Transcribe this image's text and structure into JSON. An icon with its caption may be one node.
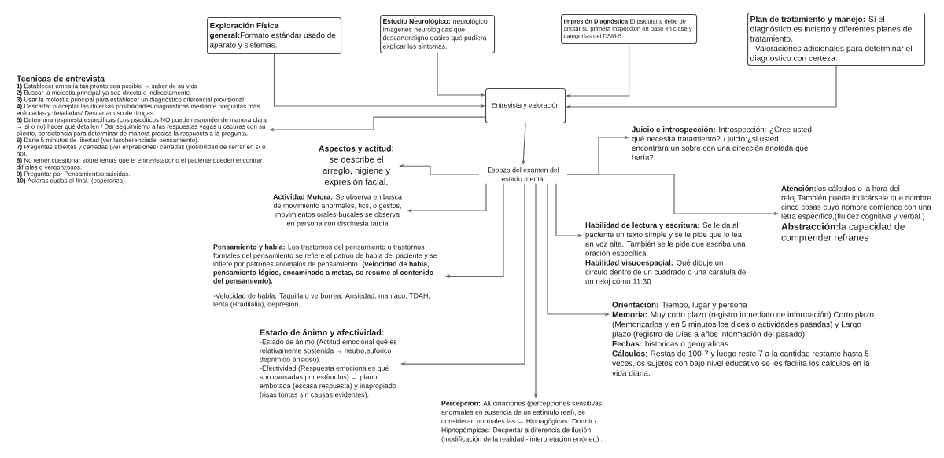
{
  "diagram": {
    "nodes": [
      {
        "text": [
          "**Exploración Física general:**Formato estándar usado de aparato y sistemas."
        ]
      },
      {
        "text": [
          "**Estudio Neurológico:** neurológico Imágenes neurológicas qué descartensigno ocales qué pudiera explicar los síntomas."
        ]
      },
      {
        "text": [
          "**Impresión Diagnóstica:**El psiquiatra debe de anotar su primera inspección en base en clase y categorías del DSM-5."
        ]
      },
      {
        "text": [
          "**Plan de tratamiento y manejo:** Sí el diagnóstico es incierto y diferentes planes de tratamiento.",
          "- Valoraciones adicionales para determinar el diagnostico con certeza."
        ]
      },
      {
        "text": [
          "Entrevista y valoración"
        ]
      },
      {
        "text": [
          "Tecnicas de entrevista",
          "**1)** Establecer empatía tan pronto sea posible → saber de su vida",
          "**2)** Buscar la molestia principal ya sea directa o indirectamente.",
          "**3)** Usar la molestia principal para establecer un diagnóstico diferencial provisional.",
          "**4)** Descartar o aceptar las diversas posibilidades diagnósticas mediante preguntas más enfocadas y detalladas/ Descartar uso de drogas.",
          "**5)** Determina respuesta específicas (Los psicóticos NO puede responder de manera clara → sí o no) hacer qué detallen / Dar seguimiento a las respuestas vagas u oscuras con su cliente, persistencia para determinar de manera precisa la respuesta a la pregunta.",
          "**6)** Darle 5 minutos de libertad (ver lacoherenciadel pensamiento).",
          "**7)** Preguntas abiertas y cerradas (ver expresiones) cerradas (posibilidad de cerrar en sí o no).",
          "**8)** No temer cuestionar sobre temas que el entrevistador o el paciente pueden encontrar difíciles o vergonzosos.",
          "**9)** Preguntar por Pensamientos suicidas.",
          "**10)** Aclaras dudas al final. (esperanza)."
        ]
      },
      {
        "text": [
          "Esbozo del examen del estado mental"
        ]
      },
      {
        "text": [
          "Aspectos y actitud:",
          "se describe el arreglo, higiene y expresión facial."
        ]
      },
      {
        "text": [
          "**Actividad Motora:** Se observa en busca de movimiento anormales, tics, o gestos,",
          "movimientos orales-bucales se observa en persona con discinesia tardia"
        ]
      },
      {
        "text": [
          "**Pensamiento y habla:** Los trastornos del pensamiento o trastornos formales del pensamiento se refiere al patrón de habla del paciente y se infiere por patrones anómalos de pensamiento. **(velocidad de habla, pensamiento lógico, encaminado a metas, se resume el contenido del pensamiento).**",
          "-Velocidad de habla: Taquilla o verborrea: Ansiedad, maníaco, TDAH, lenta (Bradilalia), depresión."
        ]
      },
      {
        "text": [
          "Estado de ánimo y afectividad:",
          "-Estado de ánimo (Actitud emocional qué es relativamente sostenida → neutro,eufórico deprimido ansioso).",
          "-Efectividad (Respuesta emocionales qué son causadas por estímulos) → plano embotada (escasa respuesta) y inapropiado (risas tontas sin causas evidentes)."
        ]
      },
      {
        "text": [
          "**Percepción:** Alucinaciones (percepciones sensitivas anormales en ausencia de un estímulo real), se consideran normales las → Hipnagógicas: Dormir / Hipnopómpicas: Despertar a diferencia de ilusión (modificación de la realidad - interpretación erróneo) ."
        ]
      },
      {
        "text": [
          "**Orientación:** Tiempo, lugar y persona",
          "**Memoria:** Muy corto plazo (registro inmediato de información) Corto plazo (Memorizarlos y en 5 minutos los dices o actividades pasadas) y Largo plazo (registro de Días a años información del pasado)",
          "**Fechas:** historicas o geograficas",
          "**Cálculos**: Restas de 100-7 y luego reste 7 a la cantidad restante hasta 5 veces,los sujetos con bajo nivel educativo se les facilita los calculos en la vida diaria."
        ]
      },
      {
        "text": [
          "**Habilidad de lectura y escritura:** Se le da al paciente un texto simple y se le pide que lo lea en voz alta. También se le pide que escriba una oración específica.",
          "**Habilidad visuoespacial:** Qué dibuje un círculo dentro de un cuadrado o una carátula de un reloj cómo 11:30"
        ]
      },
      {
        "text": [
          "**Juicio e introspección:** Introspección: ¿Cree usted qué necesita tratamiento? / juicio:¿si usted encontrara un sobre con una dirección anotada qué haría?."
        ]
      },
      {
        "text": [
          "**Atención:**los cálculos o la hora del reloj.También puede indicársele que nombre cinco cosas cuyo nombre comience con una letra específica,(fluidez cognitiva y verbal.)",
          "**Abstracción:**la capacidad de comprender refranes"
        ]
      }
    ],
    "edges": [
      {
        "from": 0,
        "to": 4,
        "arrow": "to"
      },
      {
        "from": 1,
        "to": 4,
        "arrow": "to"
      },
      {
        "from": 2,
        "to": 4,
        "arrow": "to"
      },
      {
        "from": 3,
        "to": 4,
        "arrow": "to"
      },
      {
        "from": 4,
        "to": 5,
        "arrow": "to"
      },
      {
        "from": 4,
        "to": 6,
        "arrow": "to"
      },
      {
        "from": 6,
        "to": 7,
        "arrow": "to"
      },
      {
        "from": 6,
        "to": 8,
        "arrow": "to"
      },
      {
        "from": 6,
        "to": 9,
        "arrow": "to"
      },
      {
        "from": 6,
        "to": 10,
        "arrow": "to"
      },
      {
        "from": 6,
        "to": 11,
        "arrow": "to"
      },
      {
        "from": 6,
        "to": 12,
        "arrow": "to"
      },
      {
        "from": 6,
        "to": 13,
        "arrow": "to"
      },
      {
        "from": 6,
        "to": 14,
        "arrow": "to"
      },
      {
        "from": 6,
        "to": 15,
        "arrow": "to"
      }
    ]
  }
}
